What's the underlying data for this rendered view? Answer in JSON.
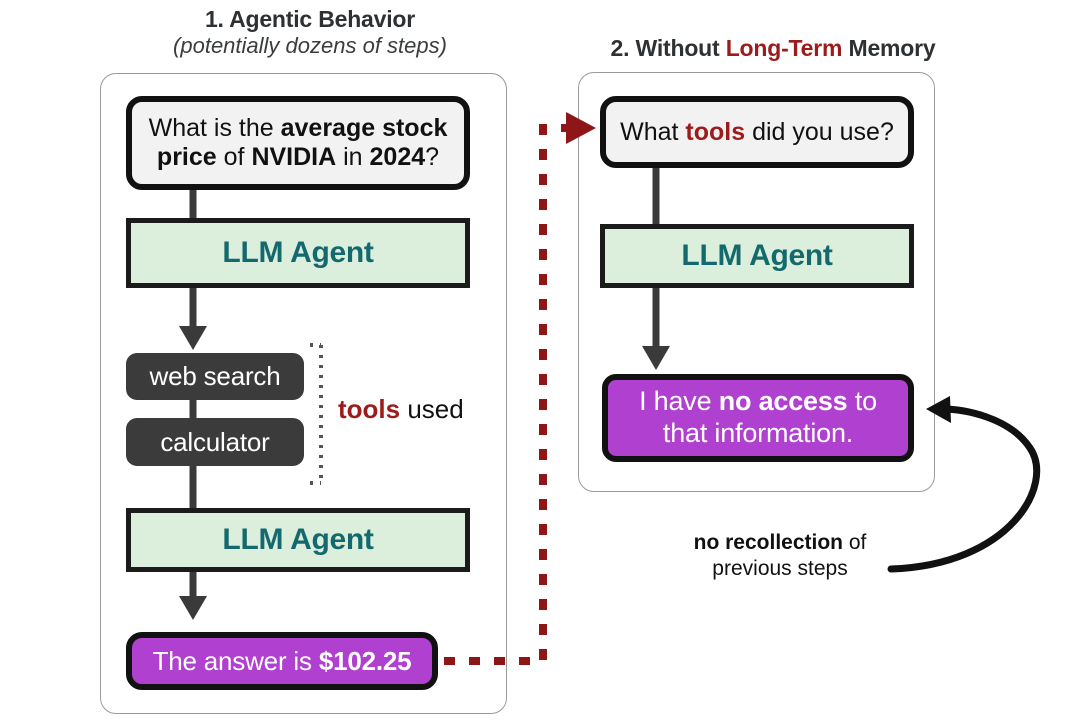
{
  "colors": {
    "accent_red": "#9e1b1b",
    "agent_green_fill": "#dcefdc",
    "agent_teal_text": "#14696e",
    "answer_purple": "#b040cf",
    "tool_dark": "#3b3b3b",
    "arrow_gray": "#3a3a3a",
    "panel_border": "#9a9a9a"
  },
  "panels": {
    "left": {
      "title_number": "1.",
      "title_main": "Agentic Behavior",
      "subtitle": "(potentially dozens of steps)"
    },
    "right": {
      "title_number": "2.",
      "title_pre": "Without",
      "title_highlight": "Long-Term",
      "title_post": "Memory"
    }
  },
  "left_flow": {
    "prompt": {
      "line1_plain_a": "What is the ",
      "line1_bold_a": "average stock",
      "line2_bold_b": "price",
      "line2_plain_b": " of ",
      "line2_bold_c": "NVIDIA",
      "line2_plain_c": " in ",
      "line2_bold_d": "2024",
      "line2_plain_d": "?",
      "full_text": "What is the average stock price of NVIDIA in 2024?"
    },
    "agent_top_label": "LLM Agent",
    "tools": [
      {
        "label": "web search"
      },
      {
        "label": "calculator"
      }
    ],
    "tools_caption_highlight": "tools",
    "tools_caption_rest": " used",
    "agent_bottom_label": "LLM Agent",
    "answer": {
      "plain": "The answer is ",
      "bold": "$102.25",
      "full_text": "The answer is $102.25"
    }
  },
  "right_flow": {
    "prompt": {
      "plain_a": "What ",
      "highlight": "tools",
      "plain_b": " did you use?",
      "full_text": "What tools did you use?"
    },
    "agent_label": "LLM Agent",
    "answer": {
      "line1_plain_a": "I have ",
      "line1_bold": "no access",
      "line1_plain_b": " to",
      "line2": "that information.",
      "full_text": "I have no access to that information."
    },
    "note": {
      "bold": "no recollection",
      "plain": " of",
      "line2": "previous steps"
    }
  },
  "icons": {
    "flow_arrow_down": "arrow-down-icon",
    "link_arrow": "dashed-arrow-right-icon",
    "recall_arrow": "curved-arrow-left-icon",
    "tools_bracket": "dotted-bracket-icon"
  }
}
